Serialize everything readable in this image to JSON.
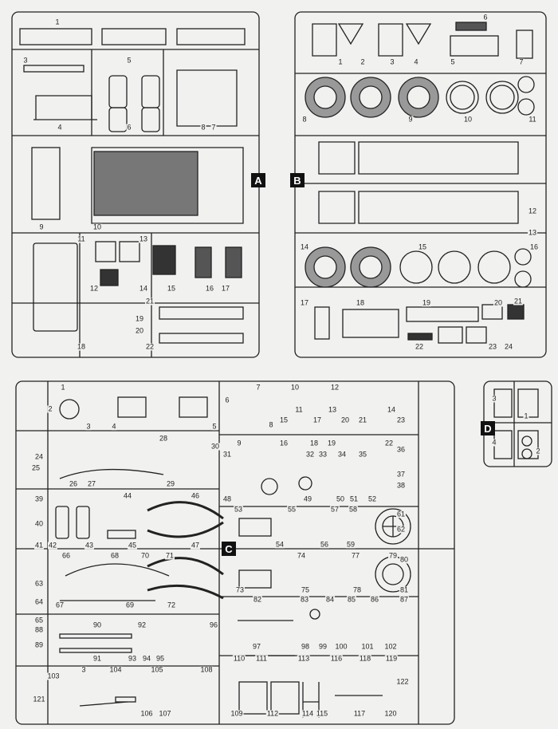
{
  "sprues": {
    "A": {
      "label": "A",
      "parts": [
        "1",
        "3",
        "5",
        "4",
        "6",
        "8",
        "7",
        "9",
        "10",
        "11",
        "13",
        "12",
        "14",
        "15",
        "16",
        "17",
        "21",
        "19",
        "20",
        "18",
        "22"
      ]
    },
    "B": {
      "label": "B",
      "parts": [
        "1",
        "2",
        "3",
        "4",
        "5",
        "6",
        "7",
        "8",
        "9",
        "10",
        "11",
        "12",
        "13",
        "14",
        "15",
        "16",
        "17",
        "18",
        "19",
        "20",
        "21",
        "22",
        "23",
        "24"
      ]
    },
    "C": {
      "label": "C",
      "parts": [
        "1",
        "2",
        "3",
        "4",
        "5",
        "28",
        "30",
        "24",
        "25",
        "26",
        "27",
        "29",
        "39",
        "44",
        "46",
        "40",
        "41",
        "42",
        "43",
        "45",
        "47",
        "6",
        "7",
        "8",
        "9",
        "10",
        "11",
        "12",
        "13",
        "14",
        "15",
        "16",
        "17",
        "18",
        "19",
        "20",
        "21",
        "22",
        "23",
        "31",
        "32",
        "33",
        "34",
        "35",
        "36",
        "37",
        "38",
        "48",
        "49",
        "50",
        "51",
        "52",
        "53",
        "55",
        "57",
        "58",
        "54",
        "56",
        "59",
        "61",
        "62",
        "66",
        "68",
        "70",
        "71",
        "74",
        "77",
        "79",
        "63",
        "64",
        "67",
        "69",
        "72",
        "73",
        "75",
        "78",
        "80",
        "81",
        "82",
        "83",
        "84",
        "85",
        "86",
        "87",
        "65",
        "88",
        "90",
        "92",
        "96",
        "89",
        "91",
        "93",
        "94",
        "95",
        "97",
        "98",
        "99",
        "100",
        "101",
        "102",
        "110",
        "111",
        "113",
        "116",
        "118",
        "119",
        "3",
        "104",
        "105",
        "108",
        "103",
        "121",
        "122",
        "106",
        "107",
        "109",
        "112",
        "114",
        "115",
        "117",
        "120"
      ]
    },
    "D": {
      "label": "D",
      "parts": [
        "3",
        "1",
        "4",
        "2"
      ]
    }
  },
  "colors": {
    "line": "#222222",
    "paper": "#f1f1ef",
    "tag": "#111111"
  }
}
